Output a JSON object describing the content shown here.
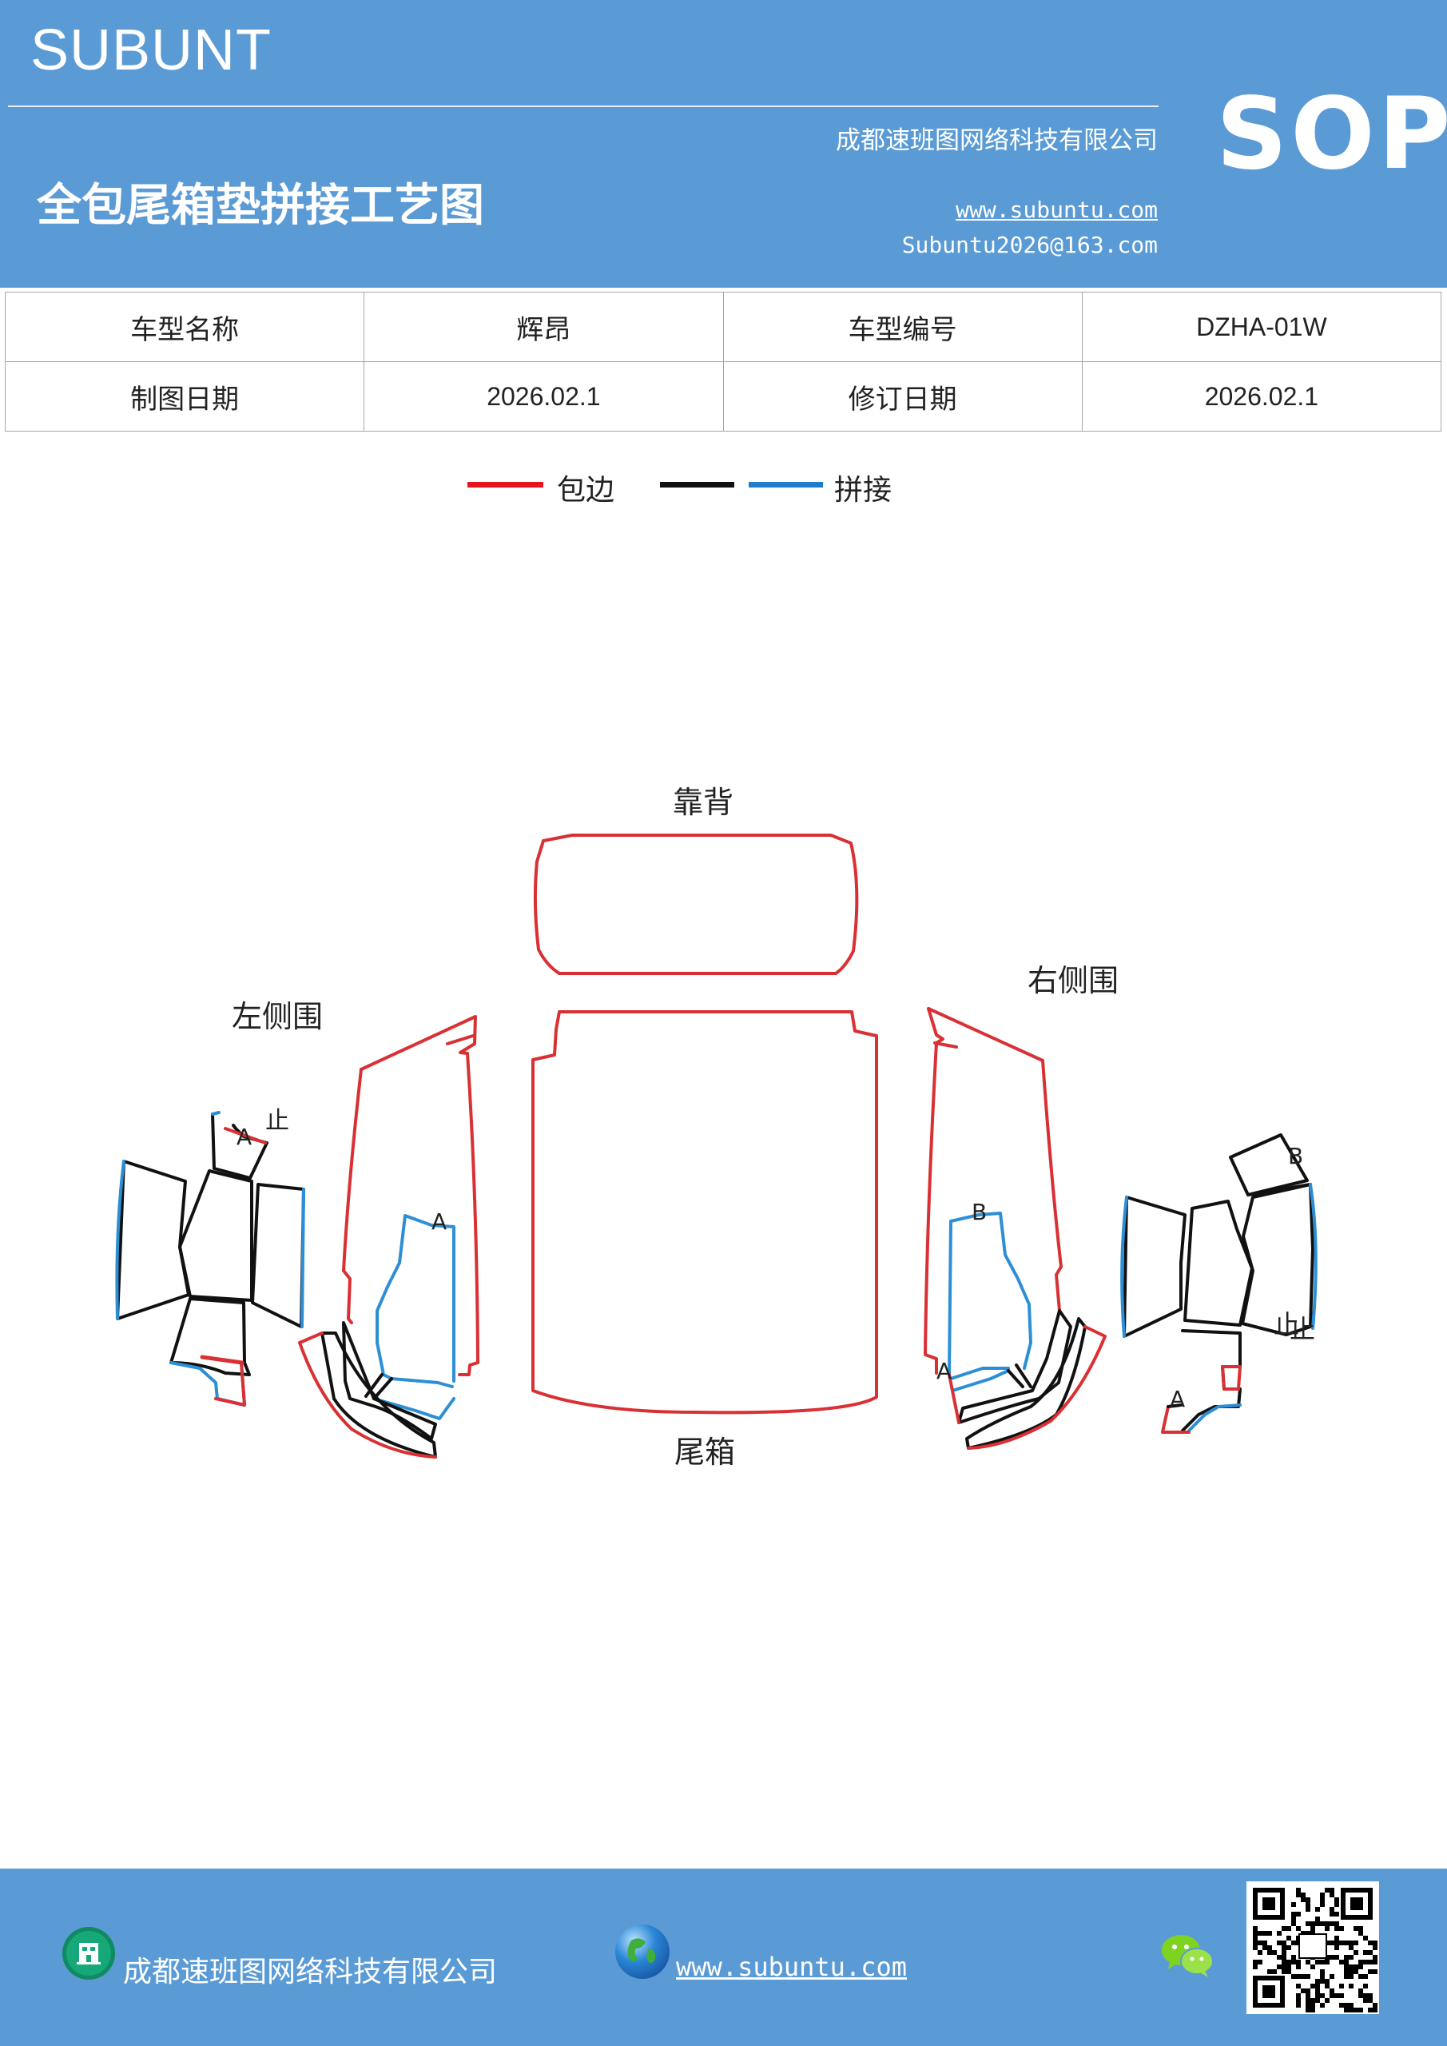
{
  "header": {
    "brand": "SUBUNT",
    "company": "成都速班图网络科技有限公司",
    "title": "全包尾箱垫拼接工艺图",
    "website": "www.subuntu.com",
    "email": "Subuntu2026@163.com",
    "badge": "SOP"
  },
  "info_table": {
    "rows": [
      {
        "label1": "车型名称",
        "value1": "辉昂",
        "label2": "车型编号",
        "value2": "DZHA-01W"
      },
      {
        "label1": "制图日期",
        "value1": "2026.02.1",
        "label2": "修订日期",
        "value2": "2026.02.1"
      }
    ]
  },
  "legend": {
    "items": [
      {
        "label": "包边",
        "colors": [
          "#e8141d"
        ]
      },
      {
        "label": "拼接",
        "colors": [
          "#111111",
          "#1f7dc9"
        ]
      }
    ]
  },
  "diagram": {
    "labels": {
      "backrest": "靠背",
      "left_side": "左侧围",
      "right_side": "右侧围",
      "trunk": "尾箱"
    },
    "marks": {
      "a": "A",
      "b": "B",
      "stop": "止"
    },
    "colors": {
      "edge": "#d93034",
      "seam_black": "#111111",
      "seam_blue": "#2c8fd6"
    }
  },
  "footer": {
    "company": "成都速班图网络科技有限公司",
    "website": "www.subuntu.com",
    "icons": [
      "building-icon",
      "globe-icon",
      "wechat-icon",
      "qr-code"
    ]
  },
  "colors": {
    "header_bg": "#5b9bd5",
    "table_border": "#a6a6a6"
  }
}
